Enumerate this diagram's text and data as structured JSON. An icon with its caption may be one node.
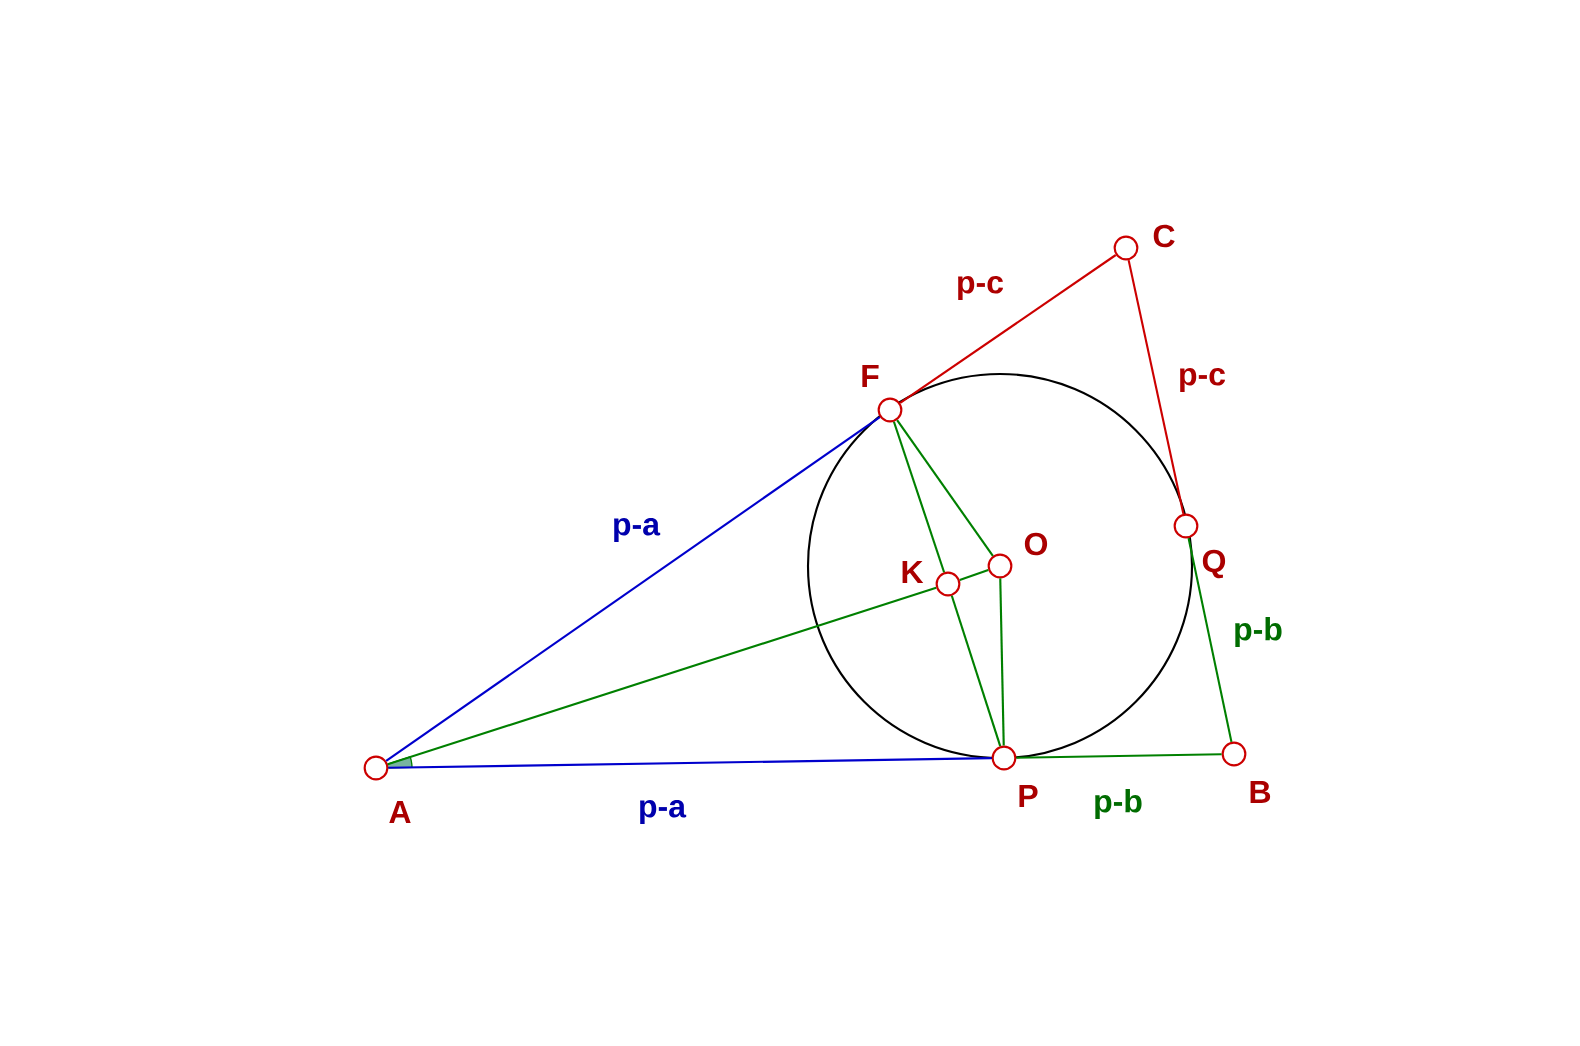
{
  "diagram": {
    "nodes": [
      {
        "text": [],
        "shape": "circle",
        "beside": [
          "A"
        ]
      },
      {
        "text": [],
        "shape": "circle",
        "beside": [
          "F"
        ]
      },
      {
        "text": [],
        "shape": "circle",
        "beside": [
          "C"
        ]
      },
      {
        "text": [],
        "shape": "circle",
        "beside": [
          "Q"
        ]
      },
      {
        "text": [],
        "shape": "circle",
        "beside": [
          "B"
        ]
      },
      {
        "text": [],
        "shape": "circle",
        "beside": [
          "P"
        ]
      },
      {
        "text": [],
        "shape": "circle",
        "beside": [
          "O"
        ]
      },
      {
        "text": [],
        "shape": "circle",
        "beside": [
          "K"
        ]
      }
    ],
    "edges": [
      {
        "from": 0,
        "to": 1,
        "arrow": "none",
        "label": "p-a",
        "color": "#0000cc"
      },
      {
        "from": 0,
        "to": 5,
        "arrow": "none",
        "label": "p-a",
        "color": "#0000cc"
      },
      {
        "from": 1,
        "to": 2,
        "arrow": "none",
        "label": "p-c",
        "color": "#cc0000"
      },
      {
        "from": 2,
        "to": 3,
        "arrow": "none",
        "label": "p-c",
        "color": "#cc0000"
      },
      {
        "from": 3,
        "to": 4,
        "arrow": "none",
        "label": "p-b"
      },
      {
        "from": 5,
        "to": 4,
        "arrow": "none",
        "label": "p-b"
      },
      {
        "from": 0,
        "to": 7,
        "arrow": "none"
      },
      {
        "from": 7,
        "to": 6,
        "arrow": "none"
      },
      {
        "from": 1,
        "to": 7,
        "arrow": "none"
      },
      {
        "from": 7,
        "to": 5,
        "arrow": "none"
      },
      {
        "from": 1,
        "to": 6,
        "arrow": "none"
      },
      {
        "from": 6,
        "to": 5,
        "arrow": "none"
      }
    ]
  }
}
